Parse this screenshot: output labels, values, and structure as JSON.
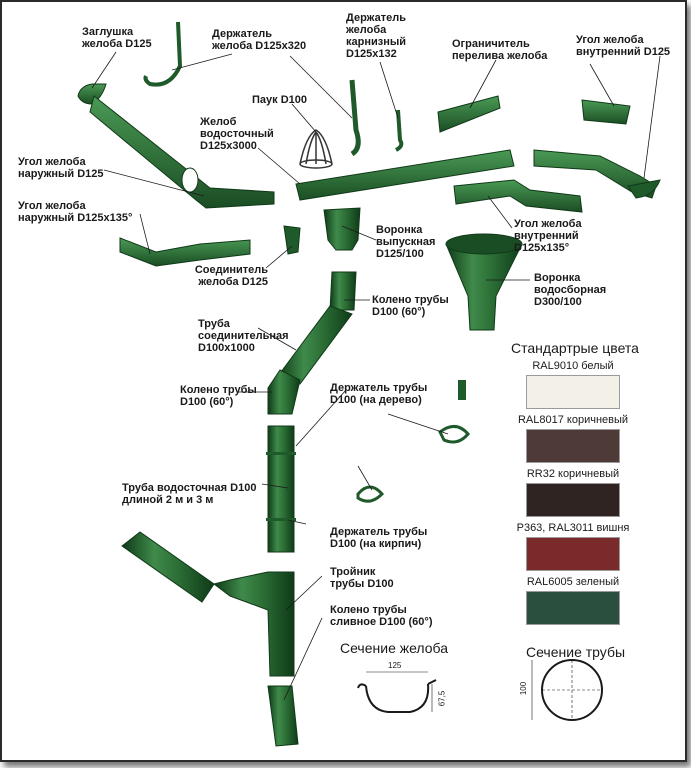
{
  "labels": {
    "cap": "Заглушка\nжелоба D125",
    "gutter_holder": "Держатель\nжелоба D125х320",
    "eave_holder": "Держатель\nжелоба\nкарнизный\nD125х132",
    "overflow_limiter": "Ограничитель\nперелива желоба",
    "inner_corner": "Угол желоба\nвнутренний D125",
    "spider": "Паук D100",
    "gutter": "Желоб\nводосточный\nD125х3000",
    "outer_corner": "Угол желоба\nнаружный D125",
    "outer_corner_135": "Угол желоба\nнаружный D125х135°",
    "outlet_funnel": "Воронка\nвыпускная\nD125/100",
    "inner_corner_135": "Угол желоба\nвнутренний\nD125х135°",
    "collector_funnel": "Воронка\nводосборная\nD300/100",
    "gutter_connector": "Соединитель\nжелоба D125",
    "pipe_elbow_top": "Колено трубы\nD100 (60°)",
    "connecting_pipe": "Труба\nсоединительная\nD100х1000",
    "pipe_elbow_mid": "Колено трубы\nD100 (60°)",
    "holder_wood": "Держатель трубы\nD100 (на дерево)",
    "downpipe": "Труба водосточная D100\nдлиной 2 м и 3 м",
    "holder_brick": "Держатель трубы\nD100 (на кирпич)",
    "tee": "Тройник\nтрубы D100",
    "drain_elbow": "Колено трубы\nсливное D100 (60°)"
  },
  "colors_title": "Стандартрые цвета",
  "swatches": [
    {
      "label": "RAL9010 белый",
      "color": "#f3f0e8"
    },
    {
      "label": "RAL8017 коричневый",
      "color": "#4e3a36"
    },
    {
      "label": "RR32 коричневый",
      "color": "#2f2421"
    },
    {
      "label": "P363, RAL3011 вишня",
      "color": "#7b2a2c"
    },
    {
      "label": "RAL6005 зеленый",
      "color": "#2a4f3f"
    }
  ],
  "section_gutter": {
    "title": "Сечение желоба",
    "width": "125",
    "height": "67,5"
  },
  "section_pipe": {
    "title": "Сечение трубы",
    "diameter": "100"
  },
  "accent_color": "#2e6b37"
}
